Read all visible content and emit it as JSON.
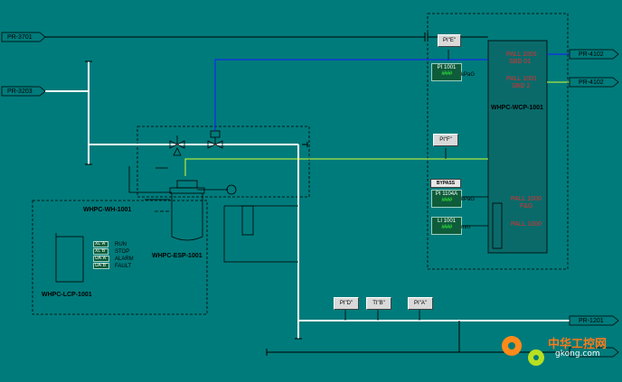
{
  "colors": {
    "background": "#007b7b",
    "pipe_black": "#000000",
    "pipe_white": "#ffffff",
    "signal_blue": "#1a1aff",
    "signal_yellow": "#d8ff30",
    "alarm_text": "#e03030",
    "panel_fill": "#0a6a6a"
  },
  "arrows": {
    "pr3701": "PR-3701",
    "pr3203": "PR-3203",
    "pr4102a": "PR-4102",
    "pr4102b": "PR-4102",
    "pr1201": "PR-1201"
  },
  "equipment": {
    "wh": "WHPC-WH-1001",
    "esp": "WHPC-ESP-1001",
    "lcp": "WHPC-LCP-1001",
    "wcp": "WHPC-WCP-1001"
  },
  "tags": {
    "pie": "PI\"E\"",
    "pif": "PI\"F\"",
    "pid": "PI\"D\"",
    "tib": "TI\"B\"",
    "pia": "PI\"A\""
  },
  "displays": {
    "pi1001": {
      "label": "PI 1001",
      "value": "####",
      "unit": "kPaG"
    },
    "pi1104a": {
      "label": "PI 1104A",
      "value": "####",
      "unit": "kPaG"
    },
    "li1001": {
      "label": "LI 1001",
      "value": "####",
      "unit": "mm"
    },
    "bypass": "BYPASS"
  },
  "alarms": {
    "a1_line1": "PALL 1001",
    "a1_line2": "SBD 01",
    "a2_line1": "PALL 1001",
    "a2_line2": "SBD 2",
    "a3_line1": "PALL 1000",
    "a3_line2": "F&G",
    "a4": "PALL 1000"
  },
  "lcp_indicators": [
    {
      "tag": "XL\"A\"",
      "label": "RUN"
    },
    {
      "tag": "XL\"B\"",
      "label": "STOP"
    },
    {
      "tag": "UA\"A\"",
      "label": "ALARM"
    },
    {
      "tag": "UA\"B\"",
      "label": "FAULT"
    }
  ],
  "watermark": {
    "title": "中华工控网",
    "url": "gkong.com"
  }
}
